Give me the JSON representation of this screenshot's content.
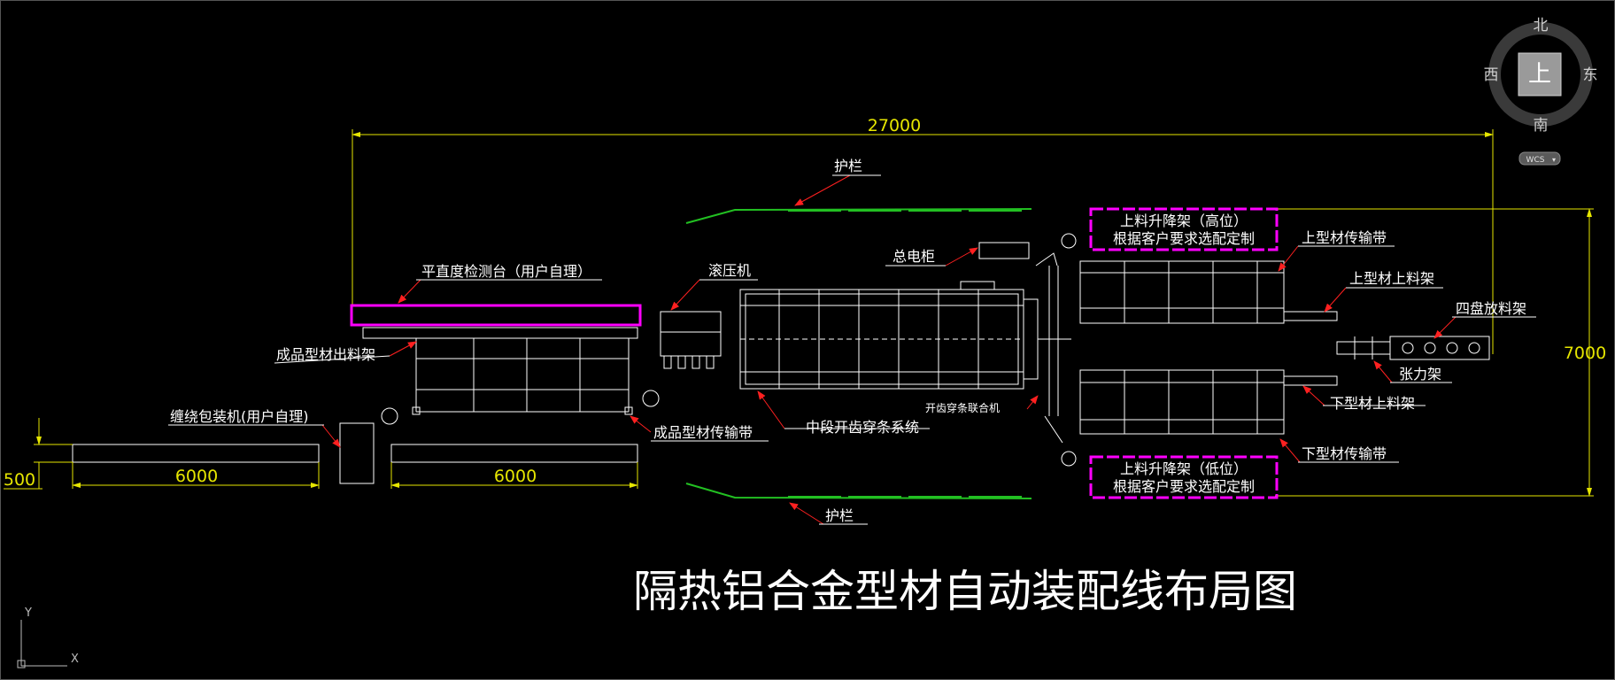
{
  "drawing": {
    "title": "隔热铝合金型材自动装配线布局图",
    "colors": {
      "background": "#000000",
      "line": "#ffffff",
      "dimension": "#e6e600",
      "highlight": "#ff00ff",
      "guardrail": "#22c022",
      "leader": "#ff2020"
    }
  },
  "dimensions": {
    "overall_length": "27000",
    "overall_width": "7000",
    "conveyor_left_length": "6000",
    "conveyor_right_length": "6000",
    "conveyor_height": "500"
  },
  "labels": {
    "guardrail_top": "护栏",
    "guardrail_bottom": "护栏",
    "main_cabinet": "总电柜",
    "flatness_table": "平直度检测台（用户自理）",
    "roller_press": "滚压机",
    "finished_unload_rack": "成品型材出料架",
    "wrap_packer": "缠绕包装机(用户自理)",
    "finished_conveyor": "成品型材传输带",
    "mid_knurl_system": "中段开齿穿条系统",
    "knurl_combo_machine": "开齿穿条联合机",
    "lift_high_line1": "上料升降架（高位）",
    "lift_high_line2": "根据客户要求选配定制",
    "lift_low_line1": "上料升降架（低位）",
    "lift_low_line2": "根据客户要求选配定制",
    "upper_conveyor": "上型材传输带",
    "upper_load_rack": "上型材上料架",
    "four_reel_rack": "四盘放料架",
    "tension_rack": "张力架",
    "lower_load_rack": "下型材上料架",
    "lower_conveyor": "下型材传输带"
  },
  "viewcube": {
    "north": "北",
    "south": "南",
    "east": "东",
    "west": "西",
    "top": "上",
    "wcs": "WCS"
  },
  "ucs": {
    "x": "X",
    "y": "Y"
  }
}
